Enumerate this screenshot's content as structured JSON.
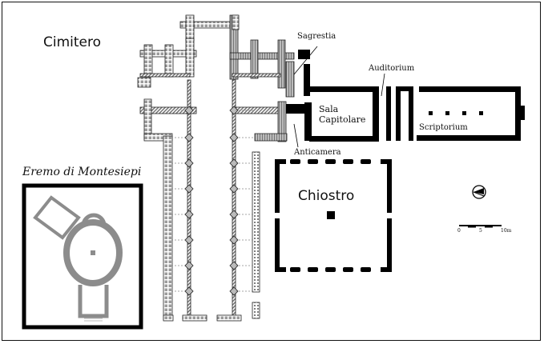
{
  "diagram": {
    "type": "architectural-floor-plan",
    "labels": {
      "cimitero": "Cimitero",
      "sagrestia": "Sagrestia",
      "auditorium": "Auditorium",
      "sala_capitolare_line1": "Sala",
      "sala_capitolare_line2": "Capitolare",
      "scriptorium": "Scriptorium",
      "anticamera": "Anticamera",
      "chiostro": "Chiostro",
      "eremo": "Eremo di Montesiepi"
    },
    "scale_bar": {
      "ticks": [
        "0",
        "5",
        "10m"
      ]
    },
    "compass": "north-arrow",
    "colors": {
      "wall_black": "#000000",
      "wall_gray": "#9a9a9a",
      "inset_gray": "#8c8c8c",
      "frame": "#111111"
    }
  }
}
